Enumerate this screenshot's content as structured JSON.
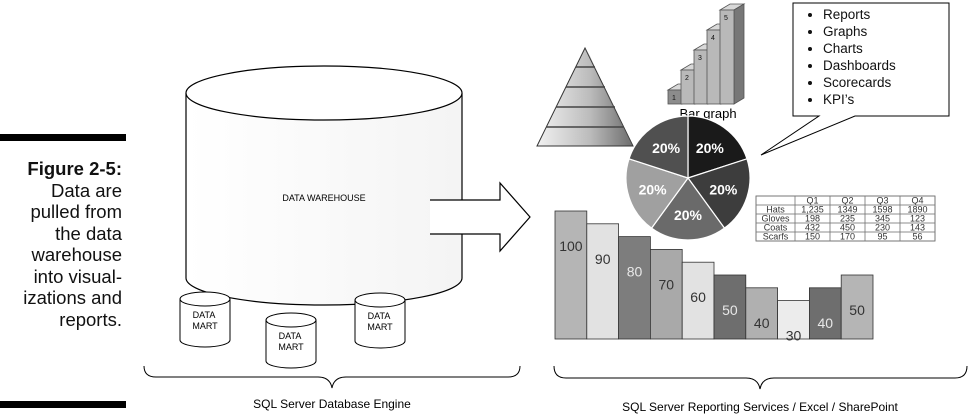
{
  "caption": {
    "figure_label": "Figure 2-5:",
    "text": "Data are pulled from the data warehouse into visualizations and reports.",
    "lines": [
      "Data are",
      "pulled from",
      "the data",
      "warehouse",
      "into visual-",
      "izations and",
      "reports."
    ]
  },
  "warehouse": {
    "label": "DATA WAREHOUSE",
    "marts": [
      "DATA MART",
      "DATA MART",
      "DATA MART"
    ]
  },
  "left_brace_label": "SQL Server Database Engine",
  "right_brace_label": "SQL Server Reporting Services / Excel / SharePoint",
  "callout_items": [
    "Reports",
    "Graphs",
    "Charts",
    "Dashboards",
    "Scorecards",
    "KPI’s"
  ],
  "stair_graph": {
    "label": "Bar graph",
    "steps": [
      "1",
      "2",
      "3",
      "4",
      "5"
    ]
  },
  "pie": {
    "slices": [
      "20%",
      "20%",
      "20%",
      "20%",
      "20%"
    ],
    "colors": [
      "#1a1a1a",
      "#3d3d3d",
      "#6a6a6a",
      "#a0a0a0",
      "#505050"
    ]
  },
  "table": {
    "columns": [
      "",
      "Q1",
      "Q2",
      "Q3",
      "Q4"
    ],
    "rows": [
      [
        "Hats",
        "1,235",
        "1349",
        "1598",
        "1890"
      ],
      [
        "Gloves",
        "198",
        "235",
        "345",
        "123"
      ],
      [
        "Coats",
        "432",
        "450",
        "230",
        "143"
      ],
      [
        "Scarfs",
        "150",
        "170",
        "95",
        "56"
      ]
    ]
  },
  "bars": {
    "values": [
      100,
      90,
      80,
      70,
      60,
      50,
      40,
      30,
      40,
      50
    ],
    "colors": [
      "#b5b5b5",
      "#e2e2e2",
      "#7d7d7d",
      "#a9a9a9",
      "#e2e2e2",
      "#6e6e6e",
      "#b0b0b0",
      "#ececec",
      "#6e6e6e",
      "#b5b5b5"
    ]
  }
}
